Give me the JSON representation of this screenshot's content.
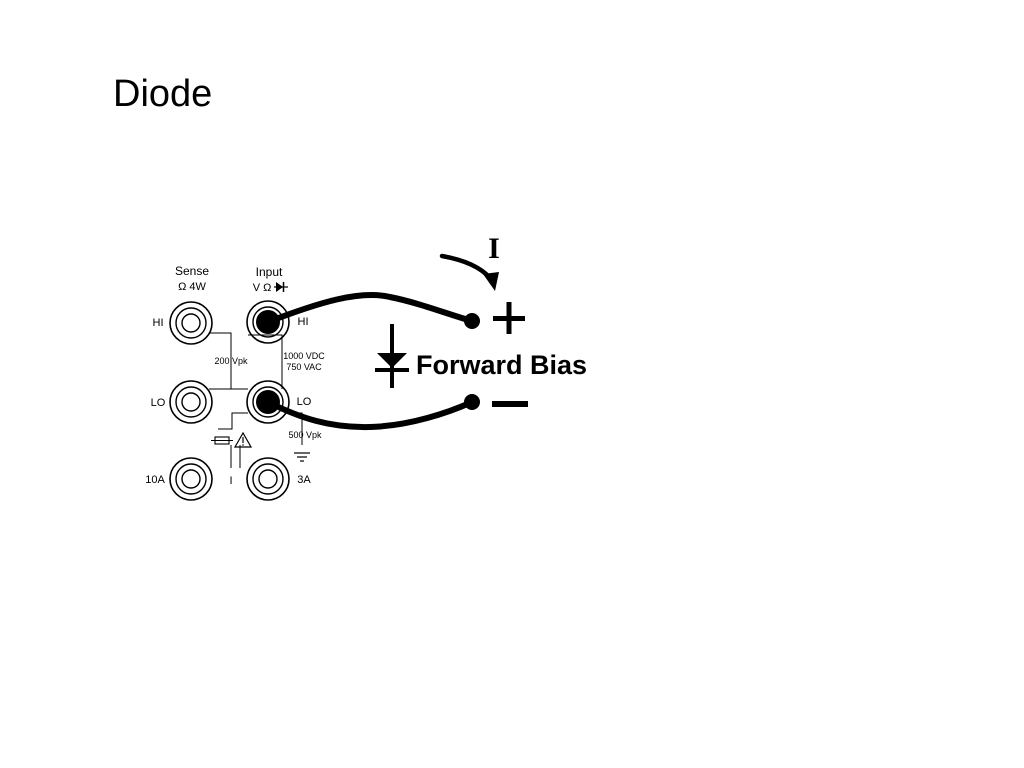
{
  "slide": {
    "title": "Diode"
  },
  "meter": {
    "sense_header": "Sense",
    "sense_sub": "Ω 4W",
    "input_header": "Input",
    "input_sub": "V Ω",
    "sense_hi": "HI",
    "sense_lo": "LO",
    "input_hi": "HI",
    "input_lo": "LO",
    "rating_200": "200 Vpk",
    "rating_1000": "1000 VDC",
    "rating_750": "750 VAC",
    "rating_500": "500 Vpk",
    "jack_10a": "10A",
    "jack_3a": "3A",
    "current_i": "I"
  },
  "circuit": {
    "current_label": "I",
    "plus": "+",
    "minus": "−",
    "bias_label": "Forward Bias"
  }
}
